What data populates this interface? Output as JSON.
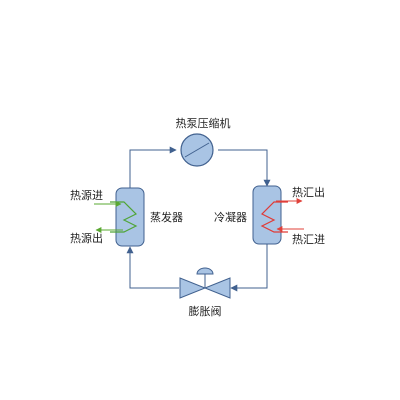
{
  "labels": {
    "compressor": "热泵压缩机",
    "evaporator": "蒸发器",
    "condenser": "冷凝器",
    "expansion_valve": "膨胀阀",
    "heat_source_in": "热源进",
    "heat_source_out": "热源出",
    "heat_sink_out": "热汇出",
    "heat_sink_in": "热汇进"
  },
  "colors": {
    "component_fill": "#a9c4e4",
    "component_stroke": "#41618f",
    "pipe": "#41618f",
    "source_arrow": "#5aa832",
    "sink_arrow": "#e0413a",
    "coil_evaporator": "#4fa536",
    "coil_condenser": "#e03a36"
  }
}
